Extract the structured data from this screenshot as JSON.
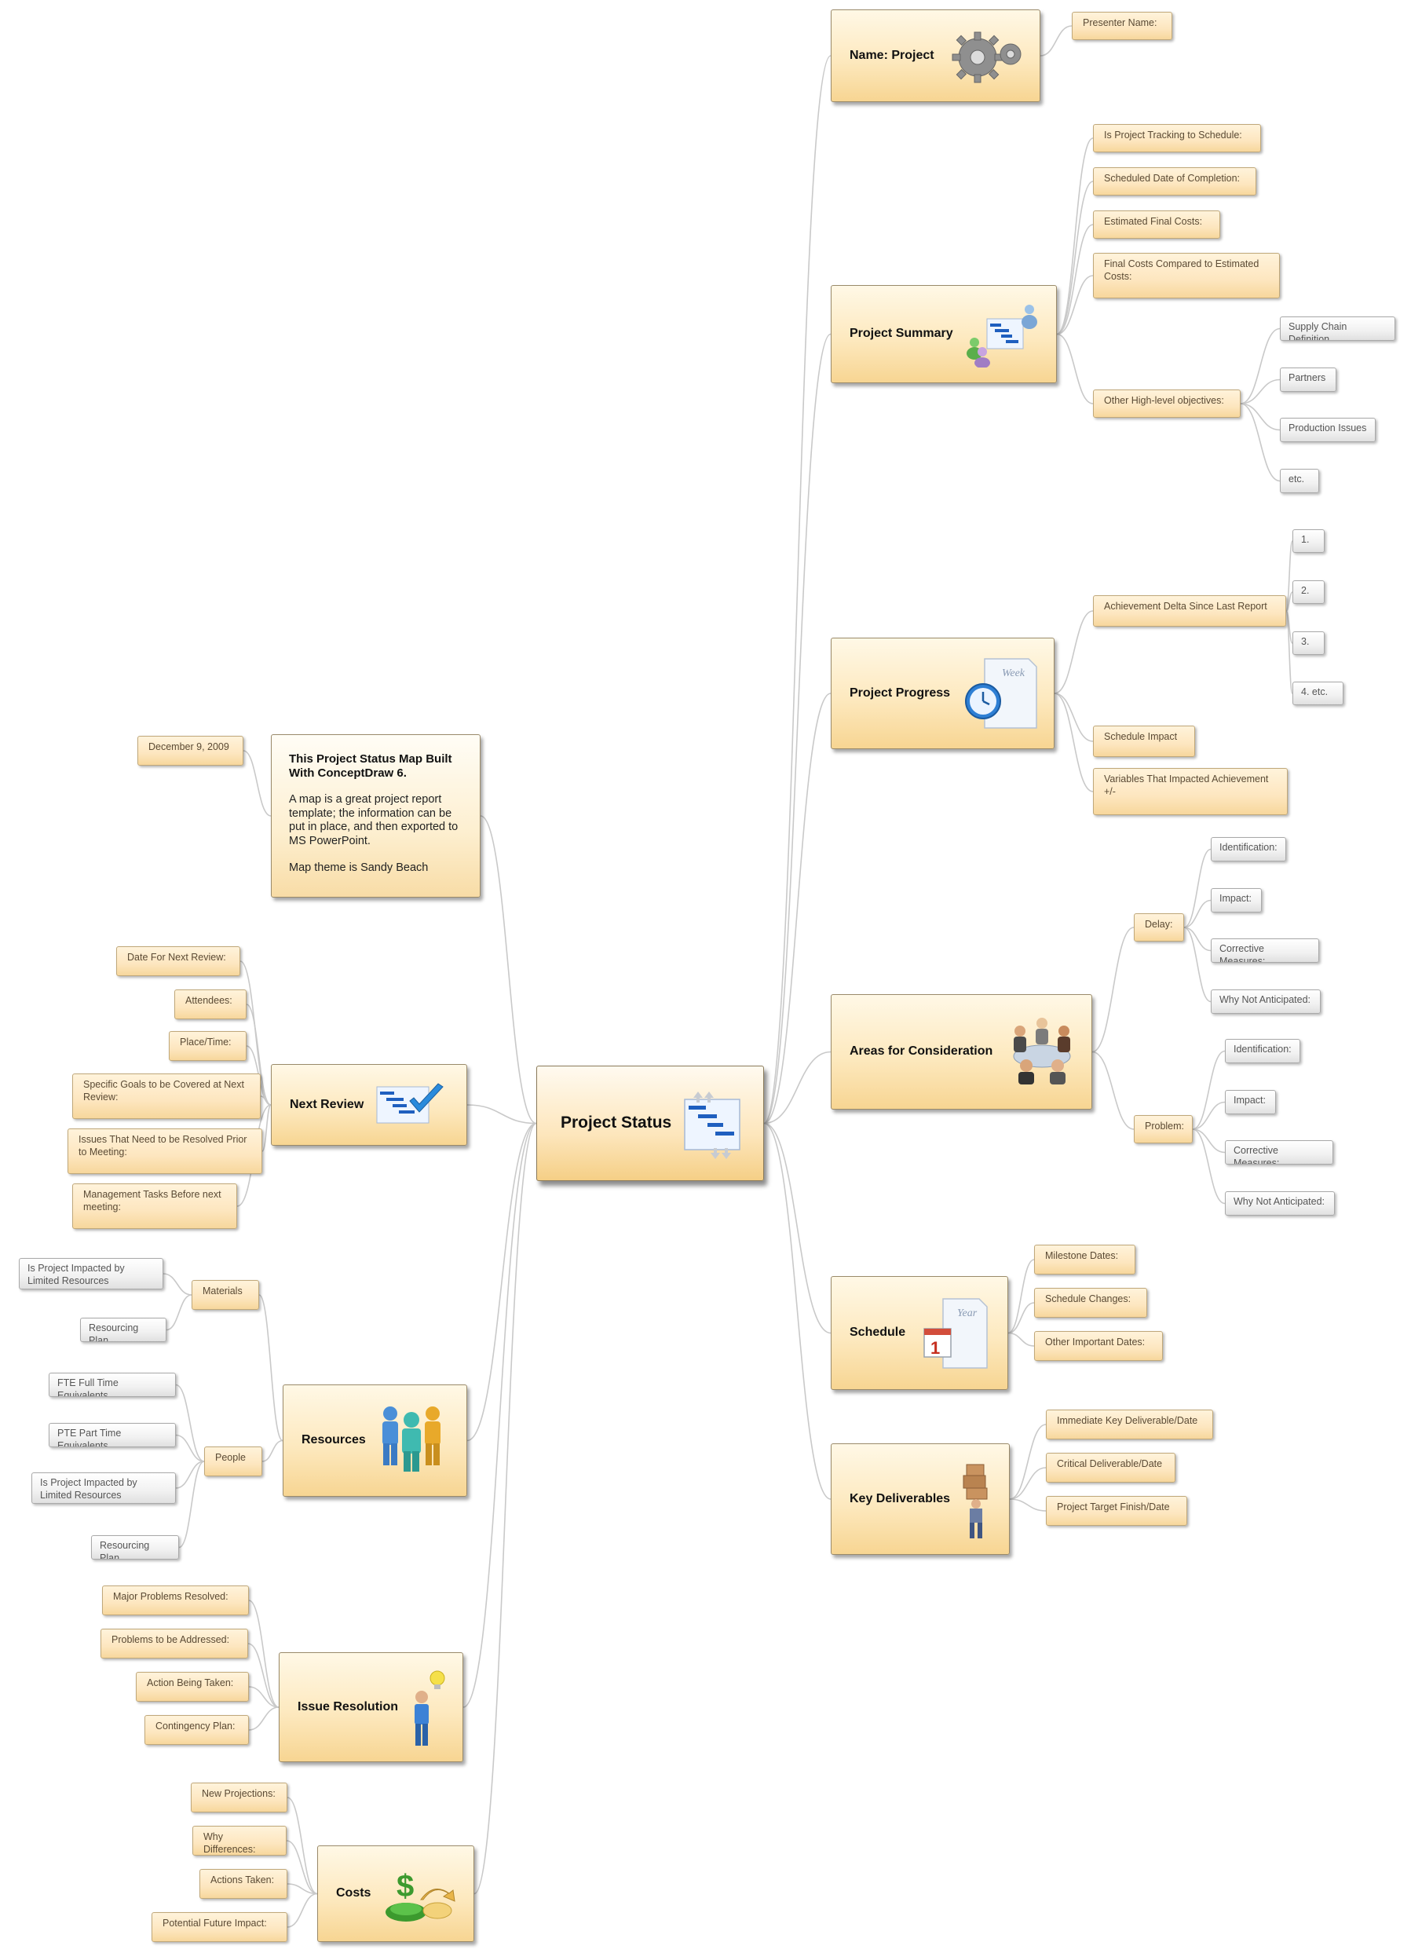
{
  "central": {
    "label": "Project Status",
    "icon": "gantt-chart-icon"
  },
  "note": {
    "title": "This Project Status Map Built With ConceptDraw 6.",
    "body": "A map is a great project report template; the information can be put in place, and then exported to MS PowerPoint.",
    "theme": "Map theme is Sandy Beach",
    "date": "December 9, 2009"
  },
  "right_branches": {
    "name": {
      "label": "Name: Project",
      "icon": "gears-icon",
      "children": [
        "Presenter Name:"
      ]
    },
    "summary": {
      "label": "Project Summary",
      "icon": "org-chart-people-icon",
      "children": [
        "Is Project Tracking to Schedule:",
        "Scheduled Date of Completion:",
        "Estimated Final Costs:",
        "Final Costs Compared to Estimated Costs:",
        "Other High-level objectives:"
      ],
      "objectives": [
        "Supply Chain Definition",
        "Partners",
        "Production Issues",
        "etc."
      ]
    },
    "progress": {
      "label": "Project Progress",
      "icon": "clock-week-icon",
      "icon_text": "Week",
      "children": [
        "Achievement Delta Since Last Report",
        "Schedule Impact",
        "Variables That Impacted Achievement +/-"
      ],
      "delta_items": [
        "1.",
        "2.",
        "3.",
        "4. etc."
      ]
    },
    "areas": {
      "label": "Areas for Consideration",
      "icon": "meeting-table-icon",
      "delay": {
        "label": "Delay:",
        "items": [
          "Identification:",
          "Impact:",
          "Corrective Measures:",
          "Why Not Anticipated:"
        ]
      },
      "problem": {
        "label": "Problem:",
        "items": [
          "Identification:",
          "Impact:",
          "Corrective Measures:",
          "Why Not Anticipated:"
        ]
      }
    },
    "schedule": {
      "label": "Schedule",
      "icon": "calendar-year-icon",
      "icon_text": "Year",
      "icon_day": "1",
      "children": [
        "Milestone Dates:",
        "Schedule Changes:",
        "Other Important Dates:"
      ]
    },
    "deliverables": {
      "label": "Key Deliverables",
      "icon": "person-boxes-icon",
      "children": [
        "Immediate Key Deliverable/Date",
        "Critical Deliverable/Date",
        "Project Target Finish/Date"
      ]
    }
  },
  "left_branches": {
    "review": {
      "label": "Next Review",
      "icon": "checklist-icon",
      "children": [
        "Date For Next Review:",
        "Attendees:",
        "Place/Time:",
        "Specific Goals to be Covered at Next Review:",
        "Issues That Need to be Resolved Prior to Meeting:",
        "Management Tasks Before next meeting:"
      ]
    },
    "resources": {
      "label": "Resources",
      "icon": "people-group-icon",
      "materials": {
        "label": "Materials",
        "items": [
          "Is Project Impacted by Limited Resources",
          "Resourcing Plan"
        ]
      },
      "people": {
        "label": "People",
        "items": [
          "FTE Full Time Equivalents",
          "PTE Part Time Equivalents",
          "Is Project Impacted by Limited Resources",
          "Resourcing Plan"
        ]
      }
    },
    "issues": {
      "label": "Issue Resolution",
      "icon": "person-idea-icon",
      "children": [
        "Major Problems Resolved:",
        "Problems to be Addressed:",
        "Action Being Taken:",
        "Contingency Plan:"
      ]
    },
    "costs": {
      "label": "Costs",
      "icon": "money-icon",
      "children": [
        "New Projections:",
        "Why Differences:",
        "Actions Taken:",
        "Potential Future Impact:"
      ]
    }
  },
  "colors": {
    "topic_fill": "#fde9bf",
    "topic_border": "#9a8a6a",
    "sub_text": "#5a4a34",
    "link": "#c9c9c9",
    "icon_blue": "#1f5fbf"
  }
}
